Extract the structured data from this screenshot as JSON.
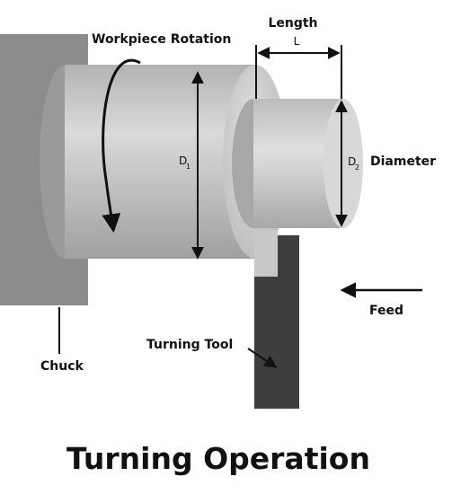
{
  "labels": {
    "rotation": "Workpiece Rotation",
    "length": "Length",
    "length_symbol": "L",
    "d1": "D",
    "d1_sub": "1",
    "d2": "D",
    "d2_sub": "2",
    "diameter": "Diameter",
    "feed": "Feed",
    "tool": "Turning Tool",
    "chuck": "Chuck"
  },
  "title": "Turning Operation",
  "colors": {
    "chuck": "#8c8c8c",
    "workpiece_light": "#d4d4d4",
    "workpiece_dark": "#9a9a9a",
    "tool": "#3e3e3e",
    "tool_tip": "#c8c8c8",
    "annotation": "#111111"
  }
}
